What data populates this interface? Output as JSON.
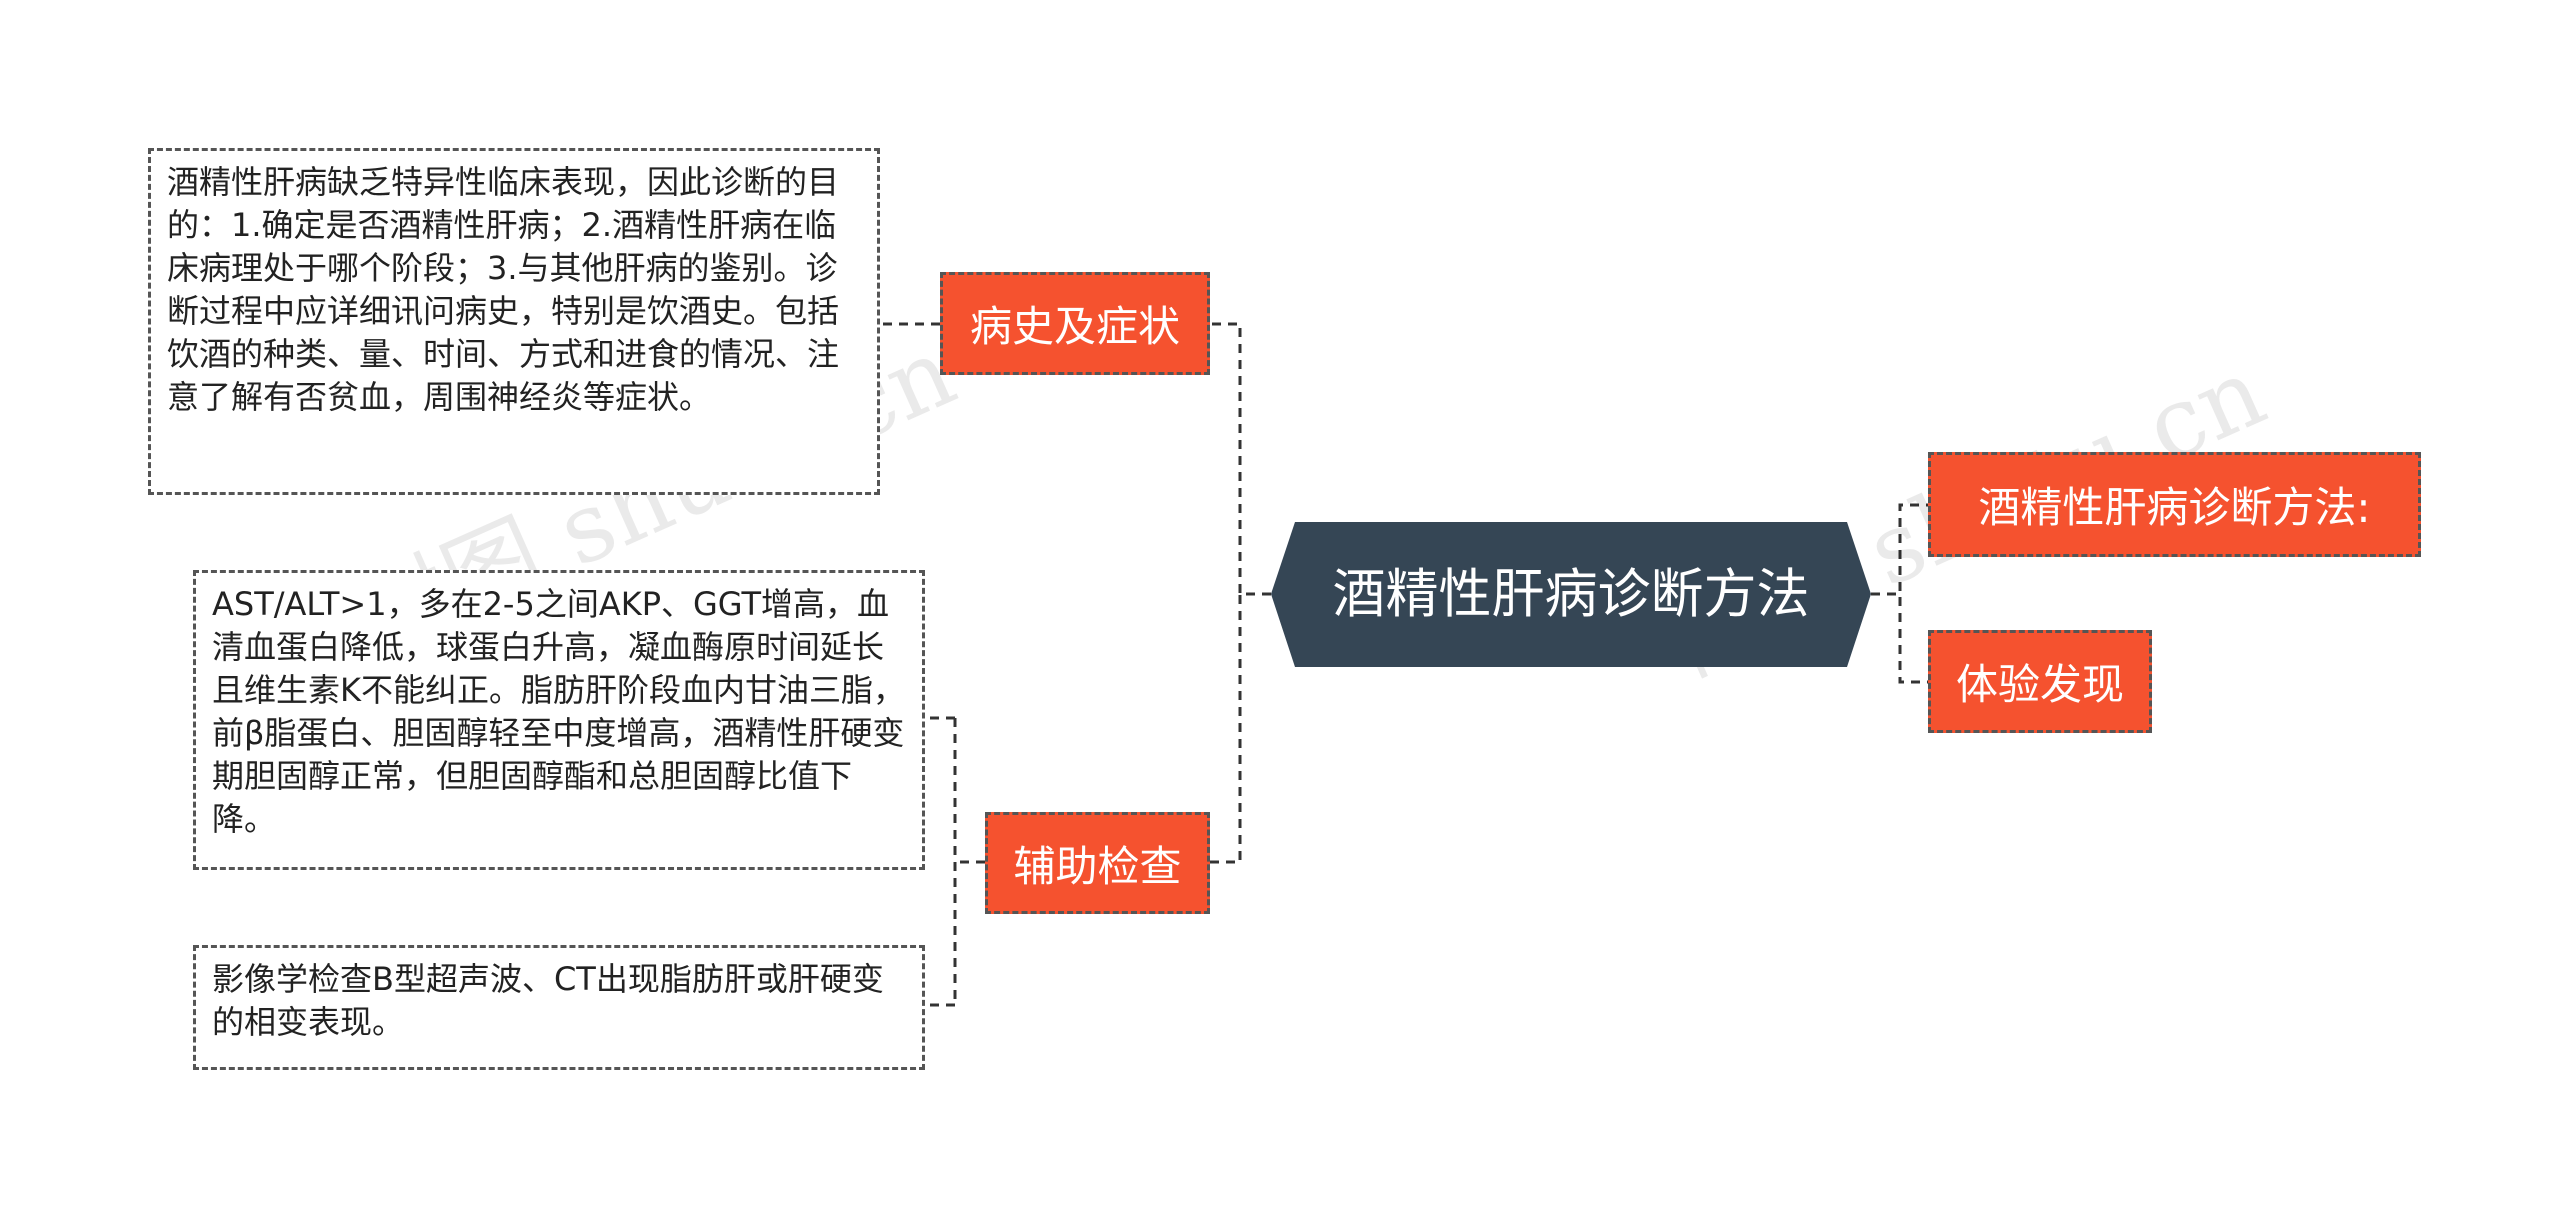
{
  "root": {
    "label": "酒精性肝病诊断方法"
  },
  "branches": {
    "history": {
      "label": "病史及症状"
    },
    "auxiliary": {
      "label": "辅助检查"
    },
    "method": {
      "label": "酒精性肝病诊断方法:"
    },
    "physical": {
      "label": "体验发现"
    }
  },
  "details": {
    "history_text": "酒精性肝病缺乏特异性临床表现，因此诊断的目的：1.确定是否酒精性肝病；2.酒精性肝病在临床病理处于哪个阶段；3.与其他肝病的鉴别。诊断过程中应详细讯问病史，特别是饮酒史。包括饮酒的种类、量、时间、方式和进食的情况、注意了解有否贫血，周围神经炎等症状。",
    "lab_text": "AST/ALT>1，多在2-5之间AKP、GGT增高，血清血蛋白降低，球蛋白升高，凝血酶原时间延长且维生素K不能纠正。脂肪肝阶段血内甘油三脂，前β脂蛋白、胆固醇轻至中度增高，酒精性肝硬变期胆固醇正常，但胆固醇酯和总胆固醇比值下降。",
    "imaging_text": "影像学检查B型超声波、CT出现脂肪肝或肝硬变的相变表现。"
  },
  "watermarks": [
    "树图 shutu.cn",
    "树图 shutu.cn"
  ],
  "colors": {
    "root_fill": "#354655",
    "branch_fill": "#f5522f",
    "connector": "#333333"
  }
}
